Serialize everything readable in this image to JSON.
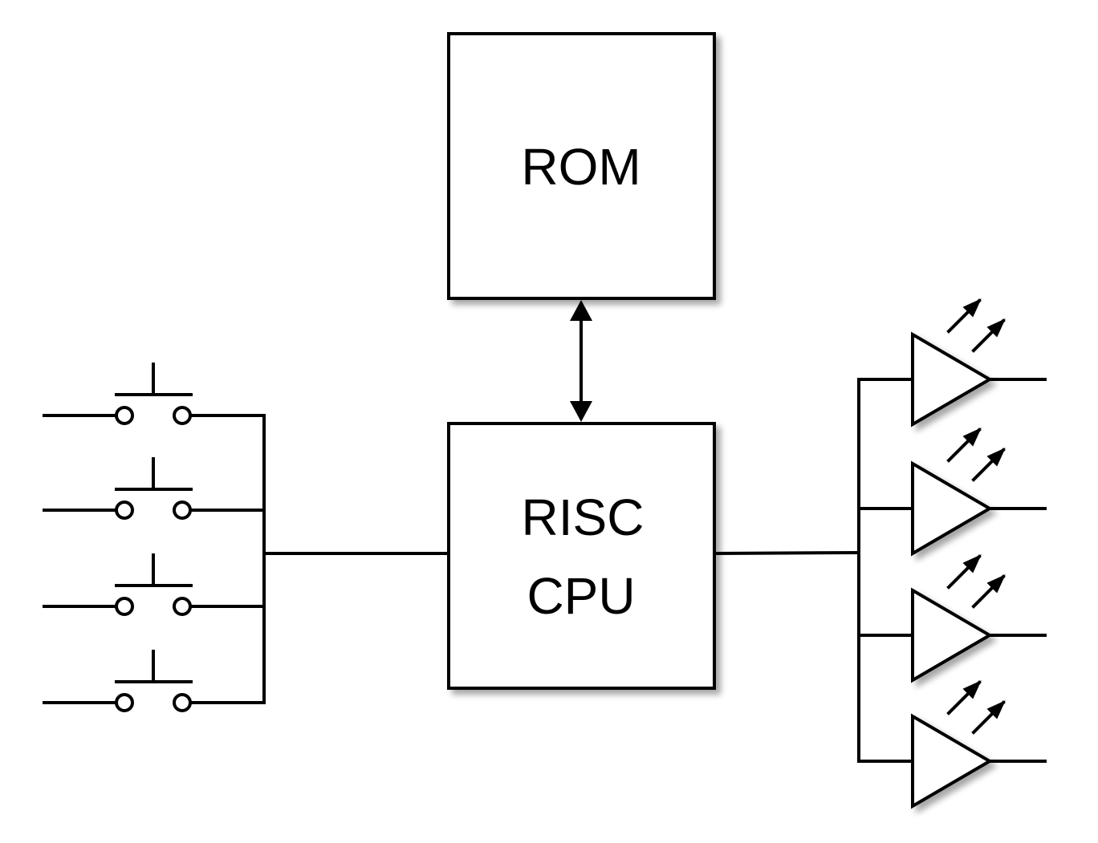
{
  "blocks": {
    "rom": {
      "label": "ROM"
    },
    "cpu": {
      "label_line1": "RISC",
      "label_line2": "CPU"
    }
  },
  "inputs": {
    "switch_count": 4,
    "symbol": "push-button-switch"
  },
  "outputs": {
    "led_count": 4,
    "symbol": "led"
  },
  "connections": [
    {
      "from": "rom",
      "to": "cpu",
      "type": "bidirectional"
    },
    {
      "from": "switches",
      "to": "cpu",
      "type": "bus"
    },
    {
      "from": "cpu",
      "to": "leds",
      "type": "bus"
    }
  ],
  "colors": {
    "line": "#000000",
    "fill": "#ffffff",
    "shadow": "#9a9a9a"
  }
}
